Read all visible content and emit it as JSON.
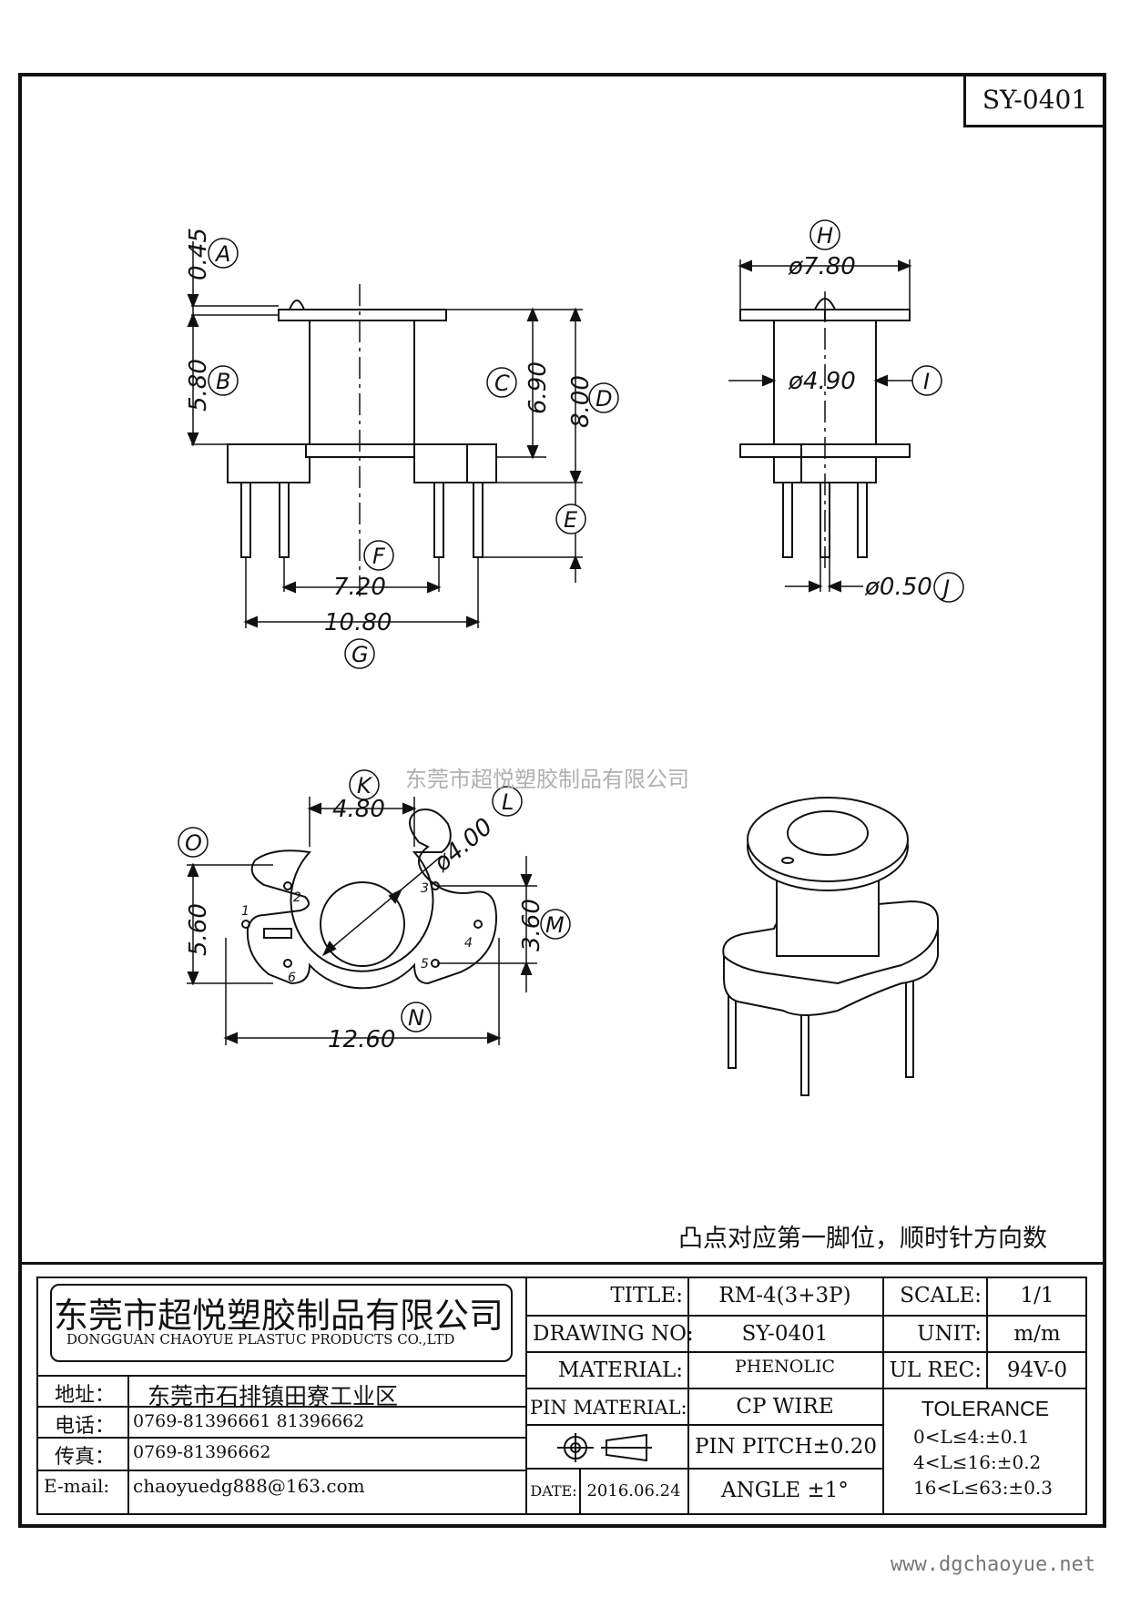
{
  "drawing_code": "SY-0401",
  "dimensions": {
    "A": "0.45",
    "B": "5.80",
    "C": "6.90",
    "D": "8.00",
    "F": "7.20",
    "G": "10.80",
    "H": "ø7.80",
    "I": "ø4.90",
    "J": "ø0.50",
    "K": "4.80",
    "L": "ø4.00",
    "O": "5.60",
    "M": "3.60",
    "N": "12.60"
  },
  "reference_letters": [
    "A",
    "B",
    "C",
    "D",
    "E",
    "F",
    "G",
    "H",
    "I",
    "J",
    "K",
    "L",
    "M",
    "N",
    "O"
  ],
  "pin_numbers": [
    "1",
    "2",
    "3",
    "4",
    "5",
    "6"
  ],
  "watermark": "东莞市超悦塑胶制品有限公司",
  "note": "凸点对应第一脚位，顺时针方向数",
  "company": {
    "name_cn": "东莞市超悦塑胶制品有限公司",
    "name_en": "DONGGUAN CHAOYUE PLASTUC PRODUCTS CO.,LTD"
  },
  "contact": {
    "address_label": "地址：",
    "address_value": "东莞市石排镇田寮工业区",
    "phone_label": "电话：",
    "phone_value": "0769-81396661   81396662",
    "fax_label": "传真：",
    "fax_value": "0769-81396662",
    "email_label": "E-mail:",
    "email_value": "chaoyuedg888@163.com"
  },
  "spec": {
    "title_label": "TITLE:",
    "title_value": "RM-4(3+3P)",
    "drawing_no_label": "DRAWING NO:",
    "drawing_no_value": "SY-0401",
    "material_label": "MATERIAL:",
    "material_value": "PHENOLIC",
    "pin_material_label": "PIN MATERIAL:",
    "pin_material_value": "CP WIRE",
    "pin_pitch": "PIN PITCH±0.20",
    "date_label": "DATE:",
    "date_value": "2016.06.24",
    "angle": "ANGLE  ±1°",
    "scale_label": "SCALE:",
    "scale_value": "1/1",
    "unit_label": "UNIT:",
    "unit_value": "m/m",
    "ul_label": "UL REC:",
    "ul_value": "94V-0",
    "tolerance_title": "TOLERANCE",
    "tolerance_lines": [
      "0<L≤4:±0.1",
      "4<L≤16:±0.2",
      "16<L≤63:±0.3"
    ]
  },
  "website": "www.dgchaoyue.net"
}
